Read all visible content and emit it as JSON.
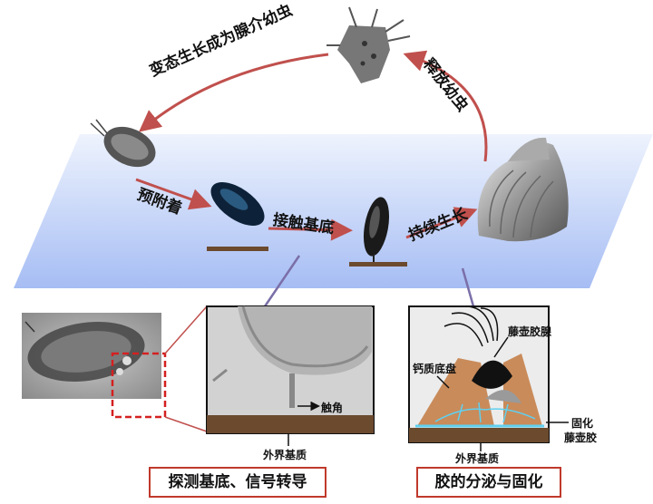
{
  "lifecycle": {
    "metamorphosis": "变态生长成为腺介幼虫",
    "release_larvae": "释放幼虫",
    "pre_attachment": "预附着",
    "contact_substrate": "接触基底",
    "continuous_growth": "持续生长"
  },
  "detail_left": {
    "antenna": "触角",
    "external_substrate": "外界基质",
    "caption": "探测基底、信号转导"
  },
  "detail_right": {
    "barnacle_gland": "藤壶胶腺",
    "calcareous_base": "钙质底盘",
    "cured": "固化",
    "barnacle_glue": "藤壶胶",
    "external_substrate": "外界基质",
    "caption": "胶的分泌与固化"
  },
  "colors": {
    "arrow": "#c0504d",
    "plane_top": "#e6eefc",
    "plane_bottom": "#a9bff5",
    "connector": "#7b6fa8",
    "dashed_box": "#d42020",
    "substrate": "#6b4a2e",
    "glue_line": "#5fd0f0"
  }
}
